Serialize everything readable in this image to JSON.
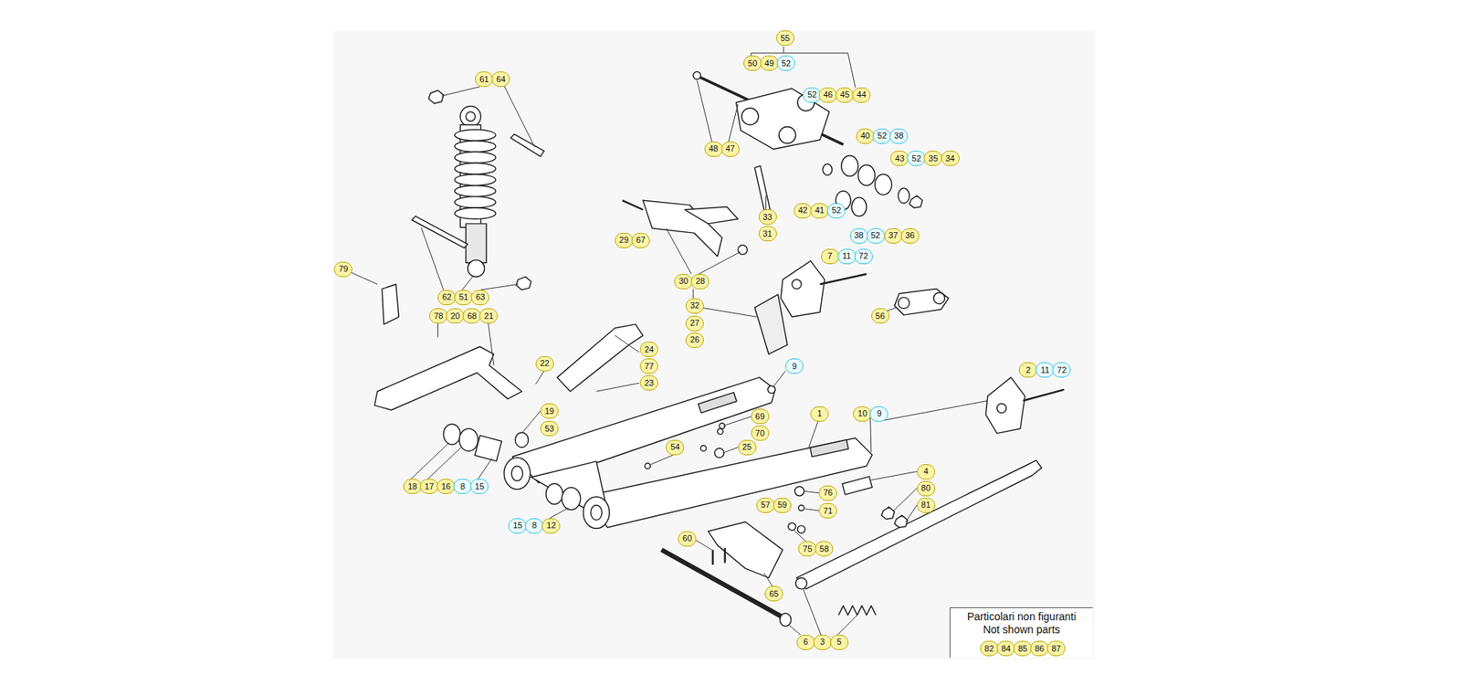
{
  "diagram": {
    "nodes": [
      {
        "text": [
          "Particolari non figuranti",
          "Not shown parts"
        ]
      }
    ],
    "labels": [
      "55",
      "50",
      "49",
      "52",
      "52",
      "46",
      "45",
      "44",
      "61",
      "64",
      "40",
      "52",
      "38",
      "43",
      "52",
      "35",
      "34",
      "48",
      "47",
      "33",
      "31",
      "29",
      "67",
      "42",
      "41",
      "52",
      "38",
      "52",
      "37",
      "36",
      "7",
      "11",
      "72",
      "79",
      "30",
      "28",
      "62",
      "51",
      "63",
      "32",
      "27",
      "78",
      "20",
      "68",
      "21",
      "56",
      "26",
      "24",
      "9",
      "77",
      "22",
      "2",
      "11",
      "72",
      "23",
      "19",
      "1",
      "10",
      "9",
      "69",
      "53",
      "70",
      "54",
      "25",
      "4",
      "18",
      "17",
      "16",
      "8",
      "15",
      "80",
      "76",
      "57",
      "59",
      "81",
      "71",
      "15",
      "8",
      "12",
      "75",
      "58",
      "60",
      "65",
      "6",
      "3",
      "5",
      "82",
      "84",
      "85",
      "86",
      "87"
    ]
  }
}
